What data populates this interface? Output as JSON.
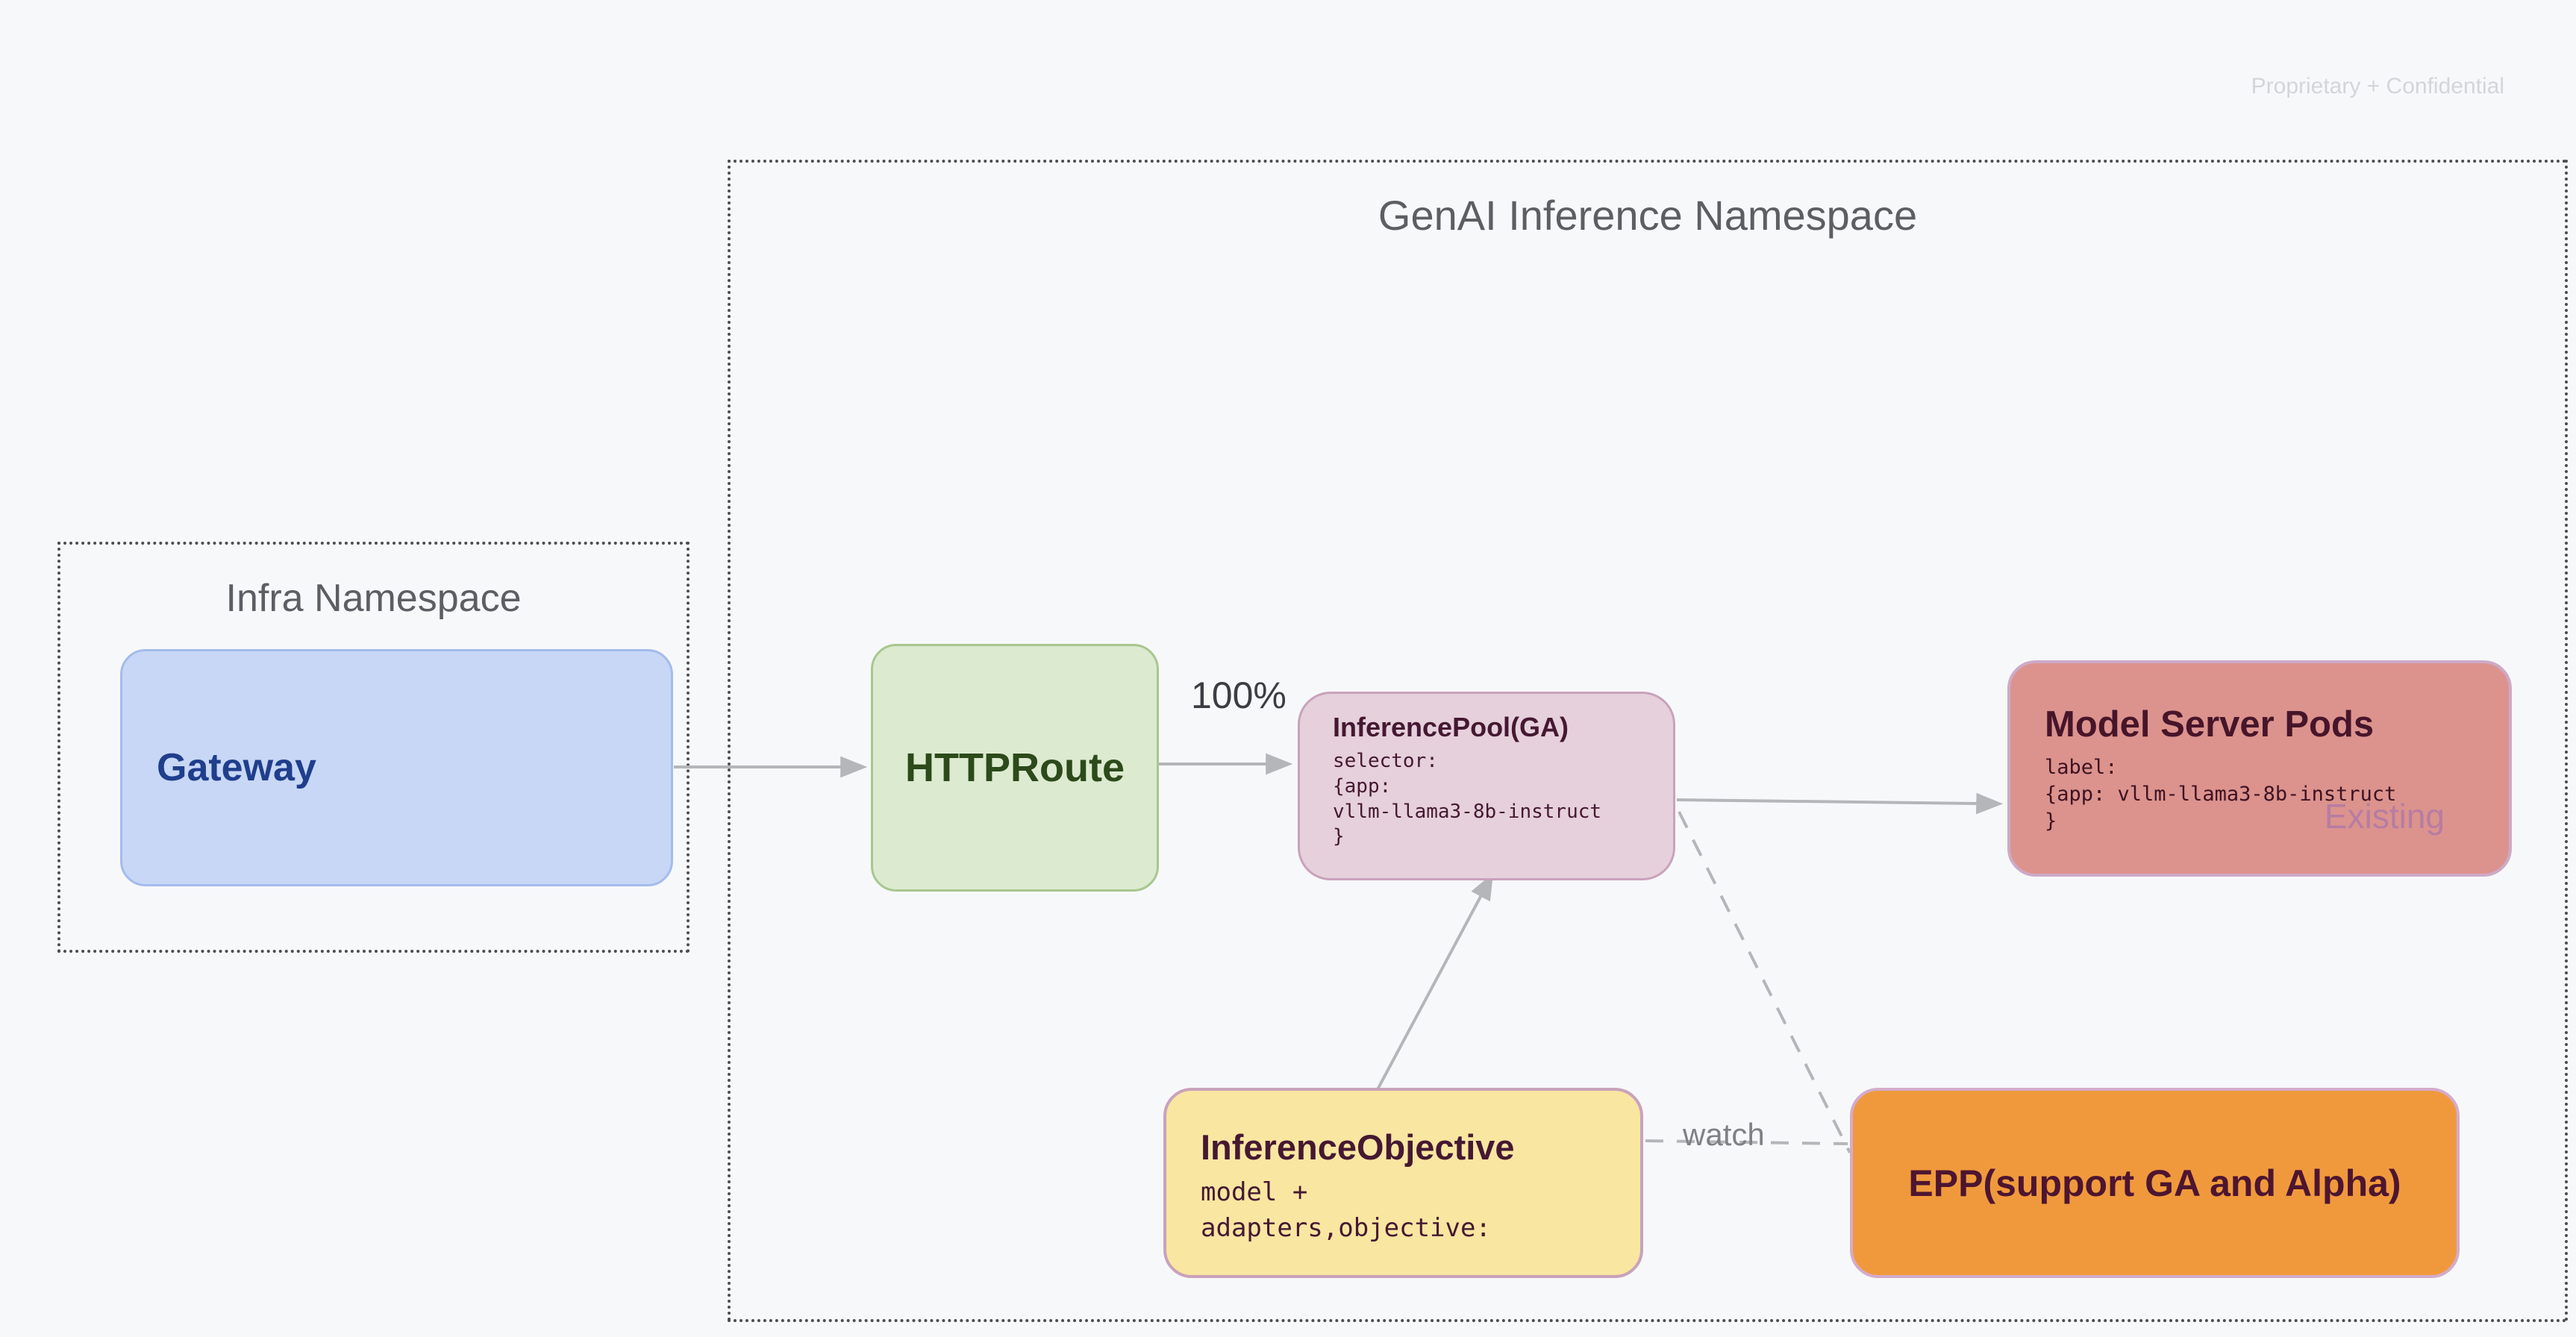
{
  "watermark": "Proprietary + Confidential",
  "genai_namespace": {
    "title": "GenAI Inference Namespace"
  },
  "infra_namespace": {
    "title": "Infra Namespace"
  },
  "nodes": {
    "gateway": {
      "label": "Gateway"
    },
    "httproute": {
      "label": "HTTPRoute"
    },
    "inference_pool": {
      "title": "InferencePool(GA)",
      "code": "selector:\n{app:\nvllm-llama3-8b-instruct\n}"
    },
    "model_server_pods": {
      "title": "Model Server Pods",
      "code": "label:\n{app: vllm-llama3-8b-instruct\n}",
      "badge": "Existing"
    },
    "inference_objective": {
      "title": "InferenceObjective",
      "code": "model +\nadapters,objective:"
    },
    "epp": {
      "label": "EPP(support GA and Alpha)"
    }
  },
  "edges": {
    "route_weight": "100%",
    "watch_label": "watch"
  },
  "colors": {
    "background": "#f7f8fa",
    "watermark_text": "#d3d5d9",
    "dotted_border": "#4d4d4d",
    "namespace_title": "#5b5e62",
    "gateway_fill": "#c7d7f5",
    "gateway_border": "#a3bcec",
    "gateway_text": "#1f3e8c",
    "httproute_fill": "#dcead0",
    "httproute_border": "#a8c78f",
    "httproute_text": "#2c4a1a",
    "inference_pool_fill": "#e5d0db",
    "inference_pool_border": "#c9a2bc",
    "model_server_pods_fill": "#dc938d",
    "model_server_pods_border": "#cdaac8",
    "inference_objective_fill": "#f9e6a1",
    "inference_objective_border": "#c9a2bc",
    "epp_fill": "#f0993c",
    "epp_border": "#d4abca",
    "dark_text": "#451832",
    "existing_text": "#a875ab",
    "connector": "#b4b6b9"
  }
}
